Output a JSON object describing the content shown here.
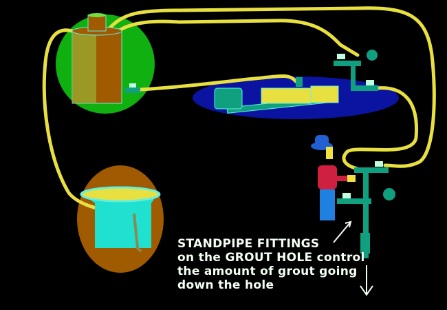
{
  "caption": {
    "lines": [
      "STANDPIPE FITTINGS",
      "on the GROUT HOLE control",
      "the amount of grout going",
      "down the hole"
    ]
  },
  "components": {
    "mixer": {
      "label": "grout-mixer-tank",
      "bg_color": "#10b010",
      "body_color": "#a05a00"
    },
    "pump": {
      "label": "progressive-cavity-pump",
      "bg_color": "#0010a0",
      "body_color": "#10a080"
    },
    "holding_tank": {
      "label": "holding-tank",
      "bg_color": "#a05a00",
      "body_color": "#20e0d0"
    },
    "standpipe": {
      "label": "standpipe-fittings",
      "color": "#10a080"
    },
    "worker": {
      "label": "worker"
    }
  },
  "colors": {
    "hose": "#e8e040",
    "background": "#000000",
    "text": "#f4fff4"
  }
}
